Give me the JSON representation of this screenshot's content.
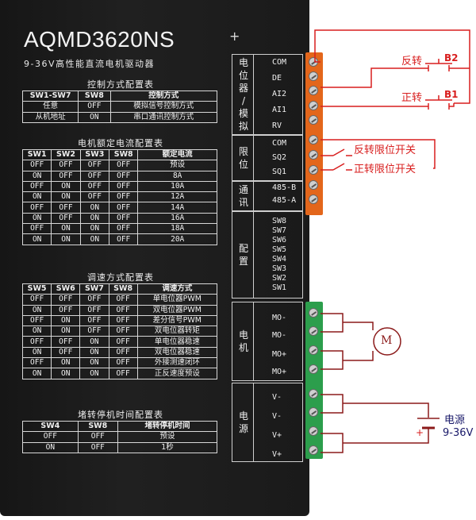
{
  "device": {
    "model": "AQMD3620NS",
    "subtitle": "9-36V高性能直流电机驱动器",
    "plus_mark": "+"
  },
  "control_mode_table": {
    "title": "控制方式配置表",
    "headers": [
      "SW1-SW7",
      "SW8",
      "控制方式"
    ],
    "rows": [
      [
        "任意",
        "OFF",
        "模拟信号控制方式"
      ],
      [
        "从机地址",
        "ON",
        "串口通讯控制方式"
      ]
    ]
  },
  "current_table": {
    "title": "电机额定电流配置表",
    "headers": [
      "SW1",
      "SW2",
      "SW3",
      "SW8",
      "额定电流"
    ],
    "rows": [
      [
        "OFF",
        "OFF",
        "OFF",
        "OFF",
        "预设"
      ],
      [
        "ON",
        "OFF",
        "OFF",
        "OFF",
        "8A"
      ],
      [
        "OFF",
        "ON",
        "OFF",
        "OFF",
        "10A"
      ],
      [
        "ON",
        "ON",
        "OFF",
        "OFF",
        "12A"
      ],
      [
        "OFF",
        "OFF",
        "ON",
        "OFF",
        "14A"
      ],
      [
        "ON",
        "OFF",
        "ON",
        "OFF",
        "16A"
      ],
      [
        "OFF",
        "ON",
        "ON",
        "OFF",
        "18A"
      ],
      [
        "ON",
        "ON",
        "ON",
        "OFF",
        "20A"
      ]
    ]
  },
  "speed_table": {
    "title": "调速方式配置表",
    "headers": [
      "SW5",
      "SW6",
      "SW7",
      "SW8",
      "调速方式"
    ],
    "rows": [
      [
        "OFF",
        "OFF",
        "OFF",
        "OFF",
        "单电位器PWM"
      ],
      [
        "ON",
        "OFF",
        "OFF",
        "OFF",
        "双电位器PWM"
      ],
      [
        "OFF",
        "ON",
        "OFF",
        "OFF",
        "差分信号PWM"
      ],
      [
        "ON",
        "ON",
        "OFF",
        "OFF",
        "双电位器转矩"
      ],
      [
        "OFF",
        "OFF",
        "ON",
        "OFF",
        "单电位器稳速"
      ],
      [
        "ON",
        "OFF",
        "ON",
        "OFF",
        "双电位器稳速"
      ],
      [
        "OFF",
        "ON",
        "ON",
        "OFF",
        "外接测速闭环"
      ],
      [
        "ON",
        "ON",
        "ON",
        "OFF",
        "正反速度预设"
      ]
    ]
  },
  "stall_table": {
    "title": "堵转停机时间配置表",
    "headers": [
      "SW4",
      "SW8",
      "堵转停机时间"
    ],
    "rows": [
      [
        "OFF",
        "OFF",
        "预设"
      ],
      [
        "ON",
        "OFF",
        "1秒"
      ]
    ]
  },
  "terminal_groups": [
    {
      "name": "电位器/模拟",
      "labels": [
        "COM",
        "DE",
        "AI2",
        "AI1",
        "RV"
      ]
    },
    {
      "name": "限位",
      "labels": [
        "COM",
        "SQ2",
        "SQ1"
      ]
    },
    {
      "name": "通讯",
      "labels": [
        "485-B",
        "485-A"
      ]
    },
    {
      "name": "配置",
      "labels": [
        "SW8",
        "SW7",
        "SW6",
        "SW5",
        "SW4",
        "SW3",
        "SW2",
        "SW1"
      ]
    },
    {
      "name": "电机",
      "labels": [
        "MO-",
        "MO-",
        "MO+",
        "MO+"
      ]
    },
    {
      "name": "电源",
      "labels": [
        "V-",
        "V-",
        "V+",
        "V+"
      ]
    }
  ],
  "annotations": {
    "reverse": "反转",
    "forward": "正转",
    "b2": "B2",
    "b1": "B1",
    "reverse_limit": "反转限位开关",
    "forward_limit": "正转限位开关",
    "motor": "M",
    "power_label": "电源",
    "power_range": "9-36V",
    "plus": "+",
    "minus": "-"
  },
  "colors": {
    "device_body": "#1c1c1c",
    "terminal_orange": "#e3661b",
    "terminal_green": "#2c9e4c",
    "wire_red": "#d81e1e",
    "power_label": "#1a1a6a",
    "motor_wire": "#8b1a1a"
  }
}
